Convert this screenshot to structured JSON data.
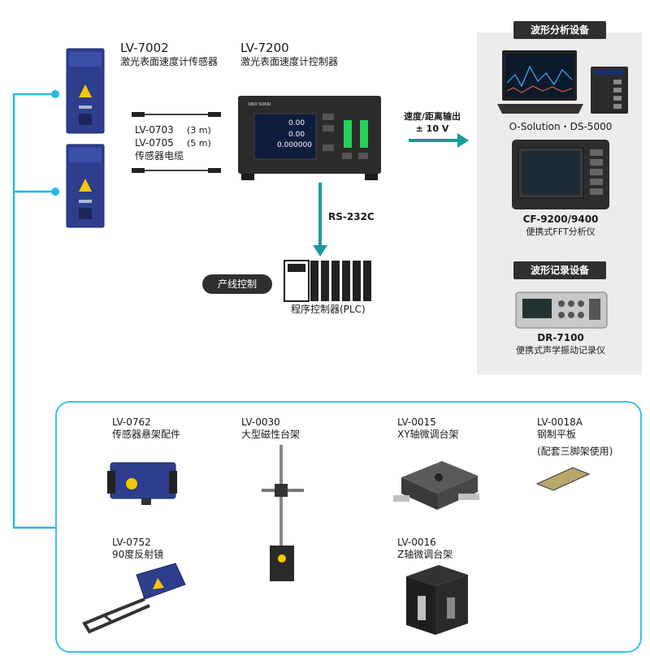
{
  "colors": {
    "line": "#27b9e3",
    "arrow": "#1b9a9a",
    "device_blue": "#2d3e8c",
    "panel": "#ececec",
    "pill": "#2f2f2f"
  },
  "sensor": {
    "model": "LV-7002",
    "name": "激光表面速度计传感器"
  },
  "controller": {
    "model": "LV-7200",
    "name": "激光表面速度计控制器",
    "screen": {
      "v1": "0.00",
      "v2": "0.00",
      "v3": "0.000000"
    }
  },
  "cable": {
    "model1": "LV-0703",
    "len1": "(3 m)",
    "model2": "LV-0705",
    "len2": "(5 m)",
    "name": "传感器电缆"
  },
  "output": {
    "line1": "速度/距离输出",
    "line2": "± 10 V"
  },
  "rs232": "RS-232C",
  "plc": {
    "badge": "产线控制",
    "name": "程序控制器(PLC)"
  },
  "waveform_analysis": {
    "title": "波形分析设备",
    "pc_label": "O-Solution・DS-5000",
    "fft_model": "CF-9200/9400",
    "fft_name": "便携式FFT分析仪"
  },
  "waveform_record": {
    "title": "波形记录设备",
    "model": "DR-7100",
    "name": "便携式声学振动记录仪"
  },
  "accessories": [
    {
      "model": "LV-0762",
      "name": "传感器悬架配件"
    },
    {
      "model": "LV-0030",
      "name": "大型磁性台架"
    },
    {
      "model": "LV-0015",
      "name": "XY轴微调台架"
    },
    {
      "model": "LV-0018A",
      "name": "钢制平板",
      "note": "(配套三脚架使用)"
    },
    {
      "model": "LV-0752",
      "name": "90度反射镜"
    },
    {
      "model": "LV-0016",
      "name": "Z轴微调台架"
    }
  ]
}
